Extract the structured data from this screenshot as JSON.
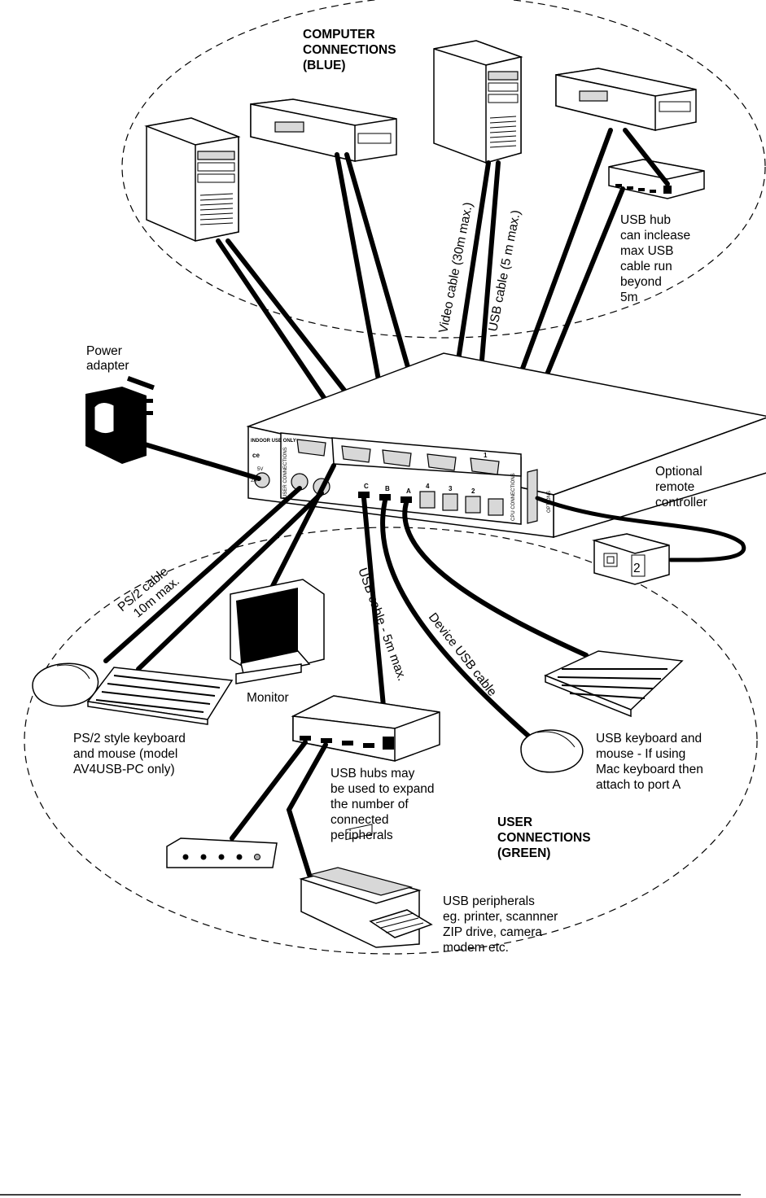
{
  "regions": {
    "computer_connections": "COMPUTER\nCONNECTIONS\n(BLUE)",
    "user_connections": "USER\nCONNECTIONS\n(GREEN)"
  },
  "labels": {
    "power_adapter": "Power\nadapter",
    "usb_hub_note": "USB hub\ncan inclease\nmax USB\ncable run\nbeyond\n5m",
    "video_cable": "Video cable (30m max.)",
    "usb_cable_top": "USB cable (5 m max.)",
    "optional_remote": "Optional\nremote\ncontroller",
    "ps2_cable": "PS/2 cable\n10m max.",
    "usb_cable_bottom": "USB cable - 5m max.",
    "device_usb_cable": "Device USB cable",
    "monitor": "Monitor",
    "ps2_keyboard": "PS/2 style keyboard\nand mouse (model\nAV4USB-PC only)",
    "usb_keyboard": "USB keyboard and\nmouse - If using\nMac keyboard then\nattach to port A",
    "usb_hubs_note": "USB hubs may\nbe used to expand\nthe number of\nconnected\nperipherals",
    "usb_peripherals": "USB peripherals\neg. printer, scannner\nZIP drive, camera\nmodem etc."
  },
  "unit_panel": {
    "indoor": "INDOOR\nUSE ONLY",
    "ce": "ce",
    "voltage": "5V",
    "amps": "2A",
    "user_connections": "USER CONNECTIONS",
    "cpu_connections": "CPU CONNECTIONS",
    "options": "OPTIONS",
    "ports_user": [
      "C",
      "B",
      "A"
    ],
    "ports_cpu": [
      "4",
      "3",
      "2",
      "1"
    ]
  },
  "remote_display": "2"
}
